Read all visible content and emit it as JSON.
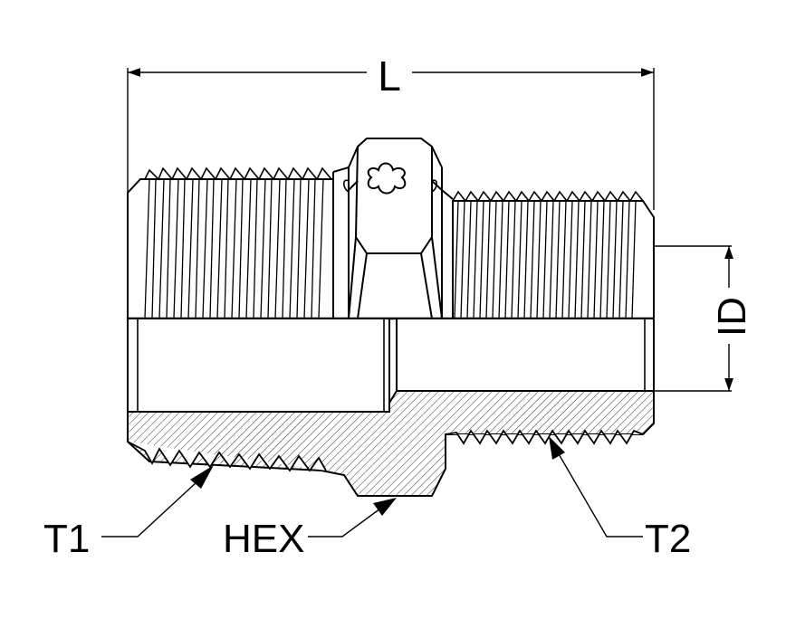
{
  "diagram": {
    "labels": {
      "length": "L",
      "inner_diameter": "ID",
      "thread_1": "T1",
      "thread_2": "T2",
      "hex": "HEX"
    }
  },
  "colors": {
    "line": "#000000",
    "background": "#ffffff"
  }
}
